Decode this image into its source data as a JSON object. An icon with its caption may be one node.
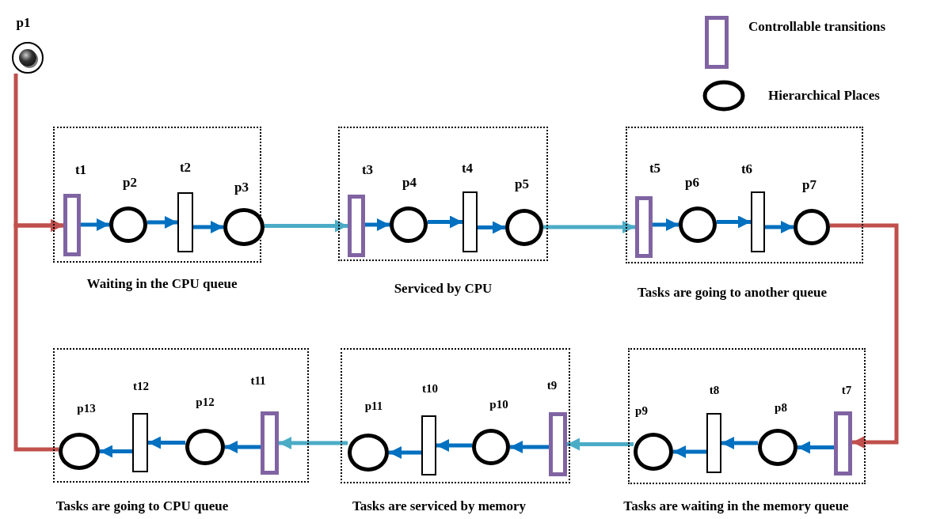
{
  "diagram": {
    "nodes": [
      {
        "text": [
          "p1"
        ]
      },
      {
        "text": [
          "Waiting in the CPU queue"
        ]
      },
      {
        "text": [
          "t1"
        ],
        "in": 1
      },
      {
        "text": [
          "p2"
        ],
        "in": 1
      },
      {
        "text": [
          "t2"
        ],
        "in": 1
      },
      {
        "text": [
          "p3"
        ],
        "in": 1
      },
      {
        "text": [
          "Serviced by CPU"
        ]
      },
      {
        "text": [
          "t3"
        ],
        "in": 6
      },
      {
        "text": [
          "p4"
        ],
        "in": 6
      },
      {
        "text": [
          "t4"
        ],
        "in": 6
      },
      {
        "text": [
          "p5"
        ],
        "in": 6
      },
      {
        "text": [
          "Tasks are going to another queue"
        ]
      },
      {
        "text": [
          "t5"
        ],
        "in": 11
      },
      {
        "text": [
          "p6"
        ],
        "in": 11
      },
      {
        "text": [
          "t6"
        ],
        "in": 11
      },
      {
        "text": [
          "p7"
        ],
        "in": 11
      },
      {
        "text": [
          "Tasks are going to CPU queue"
        ]
      },
      {
        "text": [
          "p13"
        ],
        "in": 16
      },
      {
        "text": [
          "t12"
        ],
        "in": 16
      },
      {
        "text": [
          "p12"
        ],
        "in": 16
      },
      {
        "text": [
          "t11"
        ],
        "in": 16
      },
      {
        "text": [
          "Tasks are serviced by memory"
        ]
      },
      {
        "text": [
          "p11"
        ],
        "in": 21
      },
      {
        "text": [
          "t10"
        ],
        "in": 21
      },
      {
        "text": [
          "p10"
        ],
        "in": 21
      },
      {
        "text": [
          "t9"
        ],
        "in": 21
      },
      {
        "text": [
          "Tasks are waiting in the memory queue"
        ]
      },
      {
        "text": [
          "p9"
        ],
        "in": 26
      },
      {
        "text": [
          "t8"
        ],
        "in": 26
      },
      {
        "text": [
          "p8"
        ],
        "in": 26
      },
      {
        "text": [
          "t7"
        ],
        "in": 26
      }
    ],
    "edges": [
      {
        "from": 0,
        "to": 2,
        "arrow": "to",
        "color": "#c0504d"
      },
      {
        "from": 2,
        "to": 3,
        "arrow": "to"
      },
      {
        "from": 3,
        "to": 4,
        "arrow": "to"
      },
      {
        "from": 4,
        "to": 5,
        "arrow": "to"
      },
      {
        "from": 5,
        "to": 7,
        "arrow": "to",
        "color": "#4bacc6"
      },
      {
        "from": 7,
        "to": 8,
        "arrow": "to"
      },
      {
        "from": 8,
        "to": 9,
        "arrow": "to"
      },
      {
        "from": 9,
        "to": 10,
        "arrow": "to"
      },
      {
        "from": 10,
        "to": 12,
        "arrow": "to",
        "color": "#4bacc6"
      },
      {
        "from": 12,
        "to": 13,
        "arrow": "to"
      },
      {
        "from": 13,
        "to": 14,
        "arrow": "to"
      },
      {
        "from": 14,
        "to": 15,
        "arrow": "to"
      },
      {
        "from": 15,
        "to": 30,
        "arrow": "to",
        "color": "#c0504d"
      },
      {
        "from": 30,
        "to": 29,
        "arrow": "to"
      },
      {
        "from": 29,
        "to": 28,
        "arrow": "to"
      },
      {
        "from": 28,
        "to": 27,
        "arrow": "to"
      },
      {
        "from": 27,
        "to": 25,
        "arrow": "to",
        "color": "#4bacc6"
      },
      {
        "from": 25,
        "to": 24,
        "arrow": "to"
      },
      {
        "from": 24,
        "to": 23,
        "arrow": "to"
      },
      {
        "from": 23,
        "to": 22,
        "arrow": "to"
      },
      {
        "from": 22,
        "to": 20,
        "arrow": "to",
        "color": "#4bacc6"
      },
      {
        "from": 20,
        "to": 19,
        "arrow": "to"
      },
      {
        "from": 19,
        "to": 18,
        "arrow": "to"
      },
      {
        "from": 18,
        "to": 17,
        "arrow": "to"
      },
      {
        "from": 17,
        "to": 2,
        "arrow": "to",
        "color": "#c0504d"
      }
    ],
    "legend": [
      {
        "text": "Controllable transitions"
      },
      {
        "text": "Hierarchical Places"
      }
    ]
  }
}
